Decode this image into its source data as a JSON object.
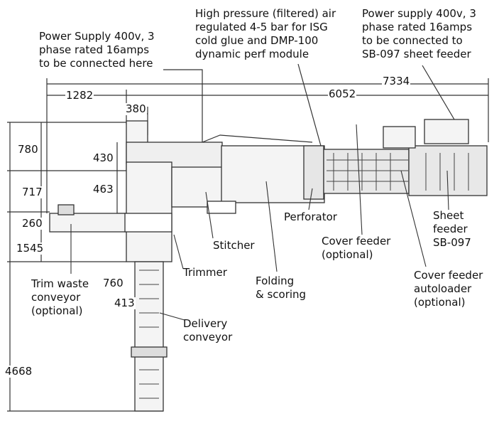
{
  "labels": {
    "power_main": "Power Supply 400v, 3\nphase rated 16amps\nto be connected here",
    "air": "High pressure (filtered) air\nregulated 4-5 bar for ISG\ncold glue and DMP-100\ndynamic perf module",
    "power_sheet": "Power supply 400v, 3\nphase rated 16amps\nto be connected to\nSB-097 sheet feeder",
    "perforator": "Perforator",
    "stitcher": "Stitcher",
    "trimmer": "Trimmer",
    "folding": "Folding\n& scoring",
    "cover_feeder": "Cover feeder\n(optional)",
    "sheet_feeder": "Sheet\nfeeder\nSB-097",
    "cover_autoloader": "Cover feeder\nautoloader\n(optional)",
    "trim_waste": "Trim waste\nconveyor\n(optional)",
    "delivery": "Delivery\nconveyor"
  },
  "dimensions": {
    "d7334": "7334",
    "d1282": "1282",
    "d6052": "6052",
    "d380": "380",
    "d780": "780",
    "d430": "430",
    "d717": "717",
    "d463": "463",
    "d260": "260",
    "d1545": "1545",
    "d760": "760",
    "d413": "413",
    "d4668": "4668"
  },
  "colors": {
    "line": "#333333",
    "fill_light": "#f4f4f4",
    "fill_mid": "#dcdcdc",
    "text": "#111111"
  }
}
